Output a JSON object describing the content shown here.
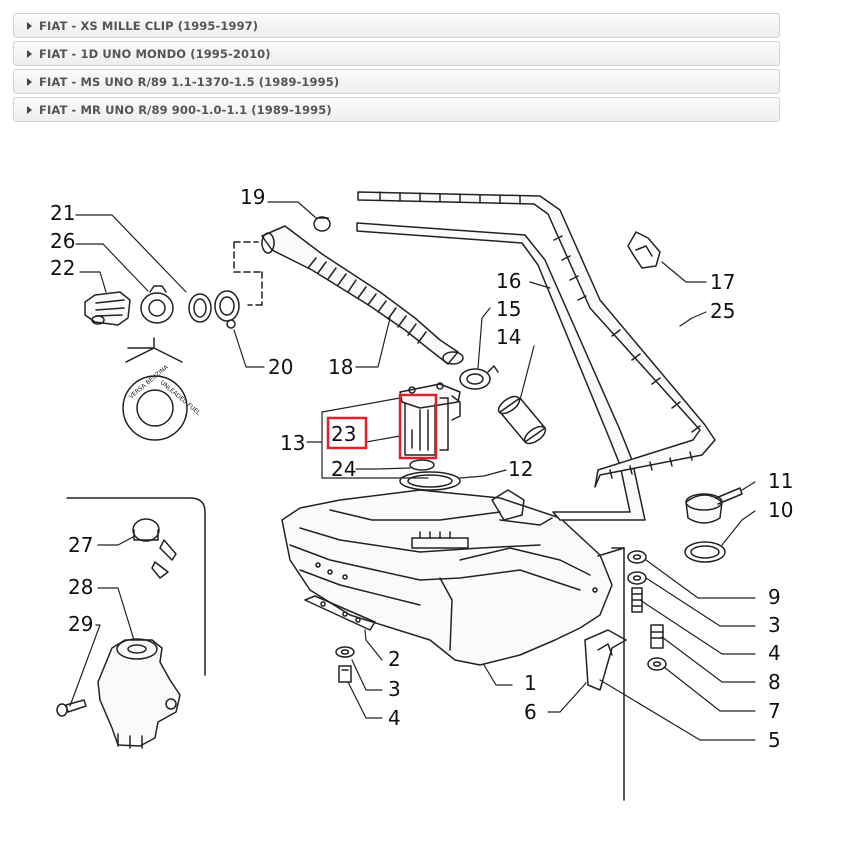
{
  "accordion": [
    {
      "label": "FIAT - XS MILLE CLIP (1995-1997)"
    },
    {
      "label": "FIAT - 1D UNO MONDO (1995-2010)"
    },
    {
      "label": "FIAT - MS UNO R/89 1.1-1370-1.5 (1989-1995)"
    },
    {
      "label": "FIAT - MR UNO R/89 900-1.0-1.1 (1989-1995)"
    }
  ],
  "diagram": {
    "highlight_color": "#e0202a",
    "callouts": {
      "c19": "19",
      "c21": "21",
      "c26": "26",
      "c22": "22",
      "c20": "20",
      "c18": "18",
      "c16": "16",
      "c15": "15",
      "c14": "14",
      "c17": "17",
      "c25": "25",
      "c13": "13",
      "c23": "23",
      "c24": "24",
      "c12": "12",
      "c11": "11",
      "c10": "10",
      "c27": "27",
      "c28": "28",
      "c29": "29",
      "c9": "9",
      "c3a": "3",
      "c4a": "4",
      "c8": "8",
      "c7": "7",
      "c5": "5",
      "c2": "2",
      "c3b": "3",
      "c4b": "4",
      "c1": "1",
      "c6": "6"
    },
    "cap_text": {
      "line1": "VERSA BENZINA",
      "line2": "UNLEADED FUEL"
    }
  }
}
